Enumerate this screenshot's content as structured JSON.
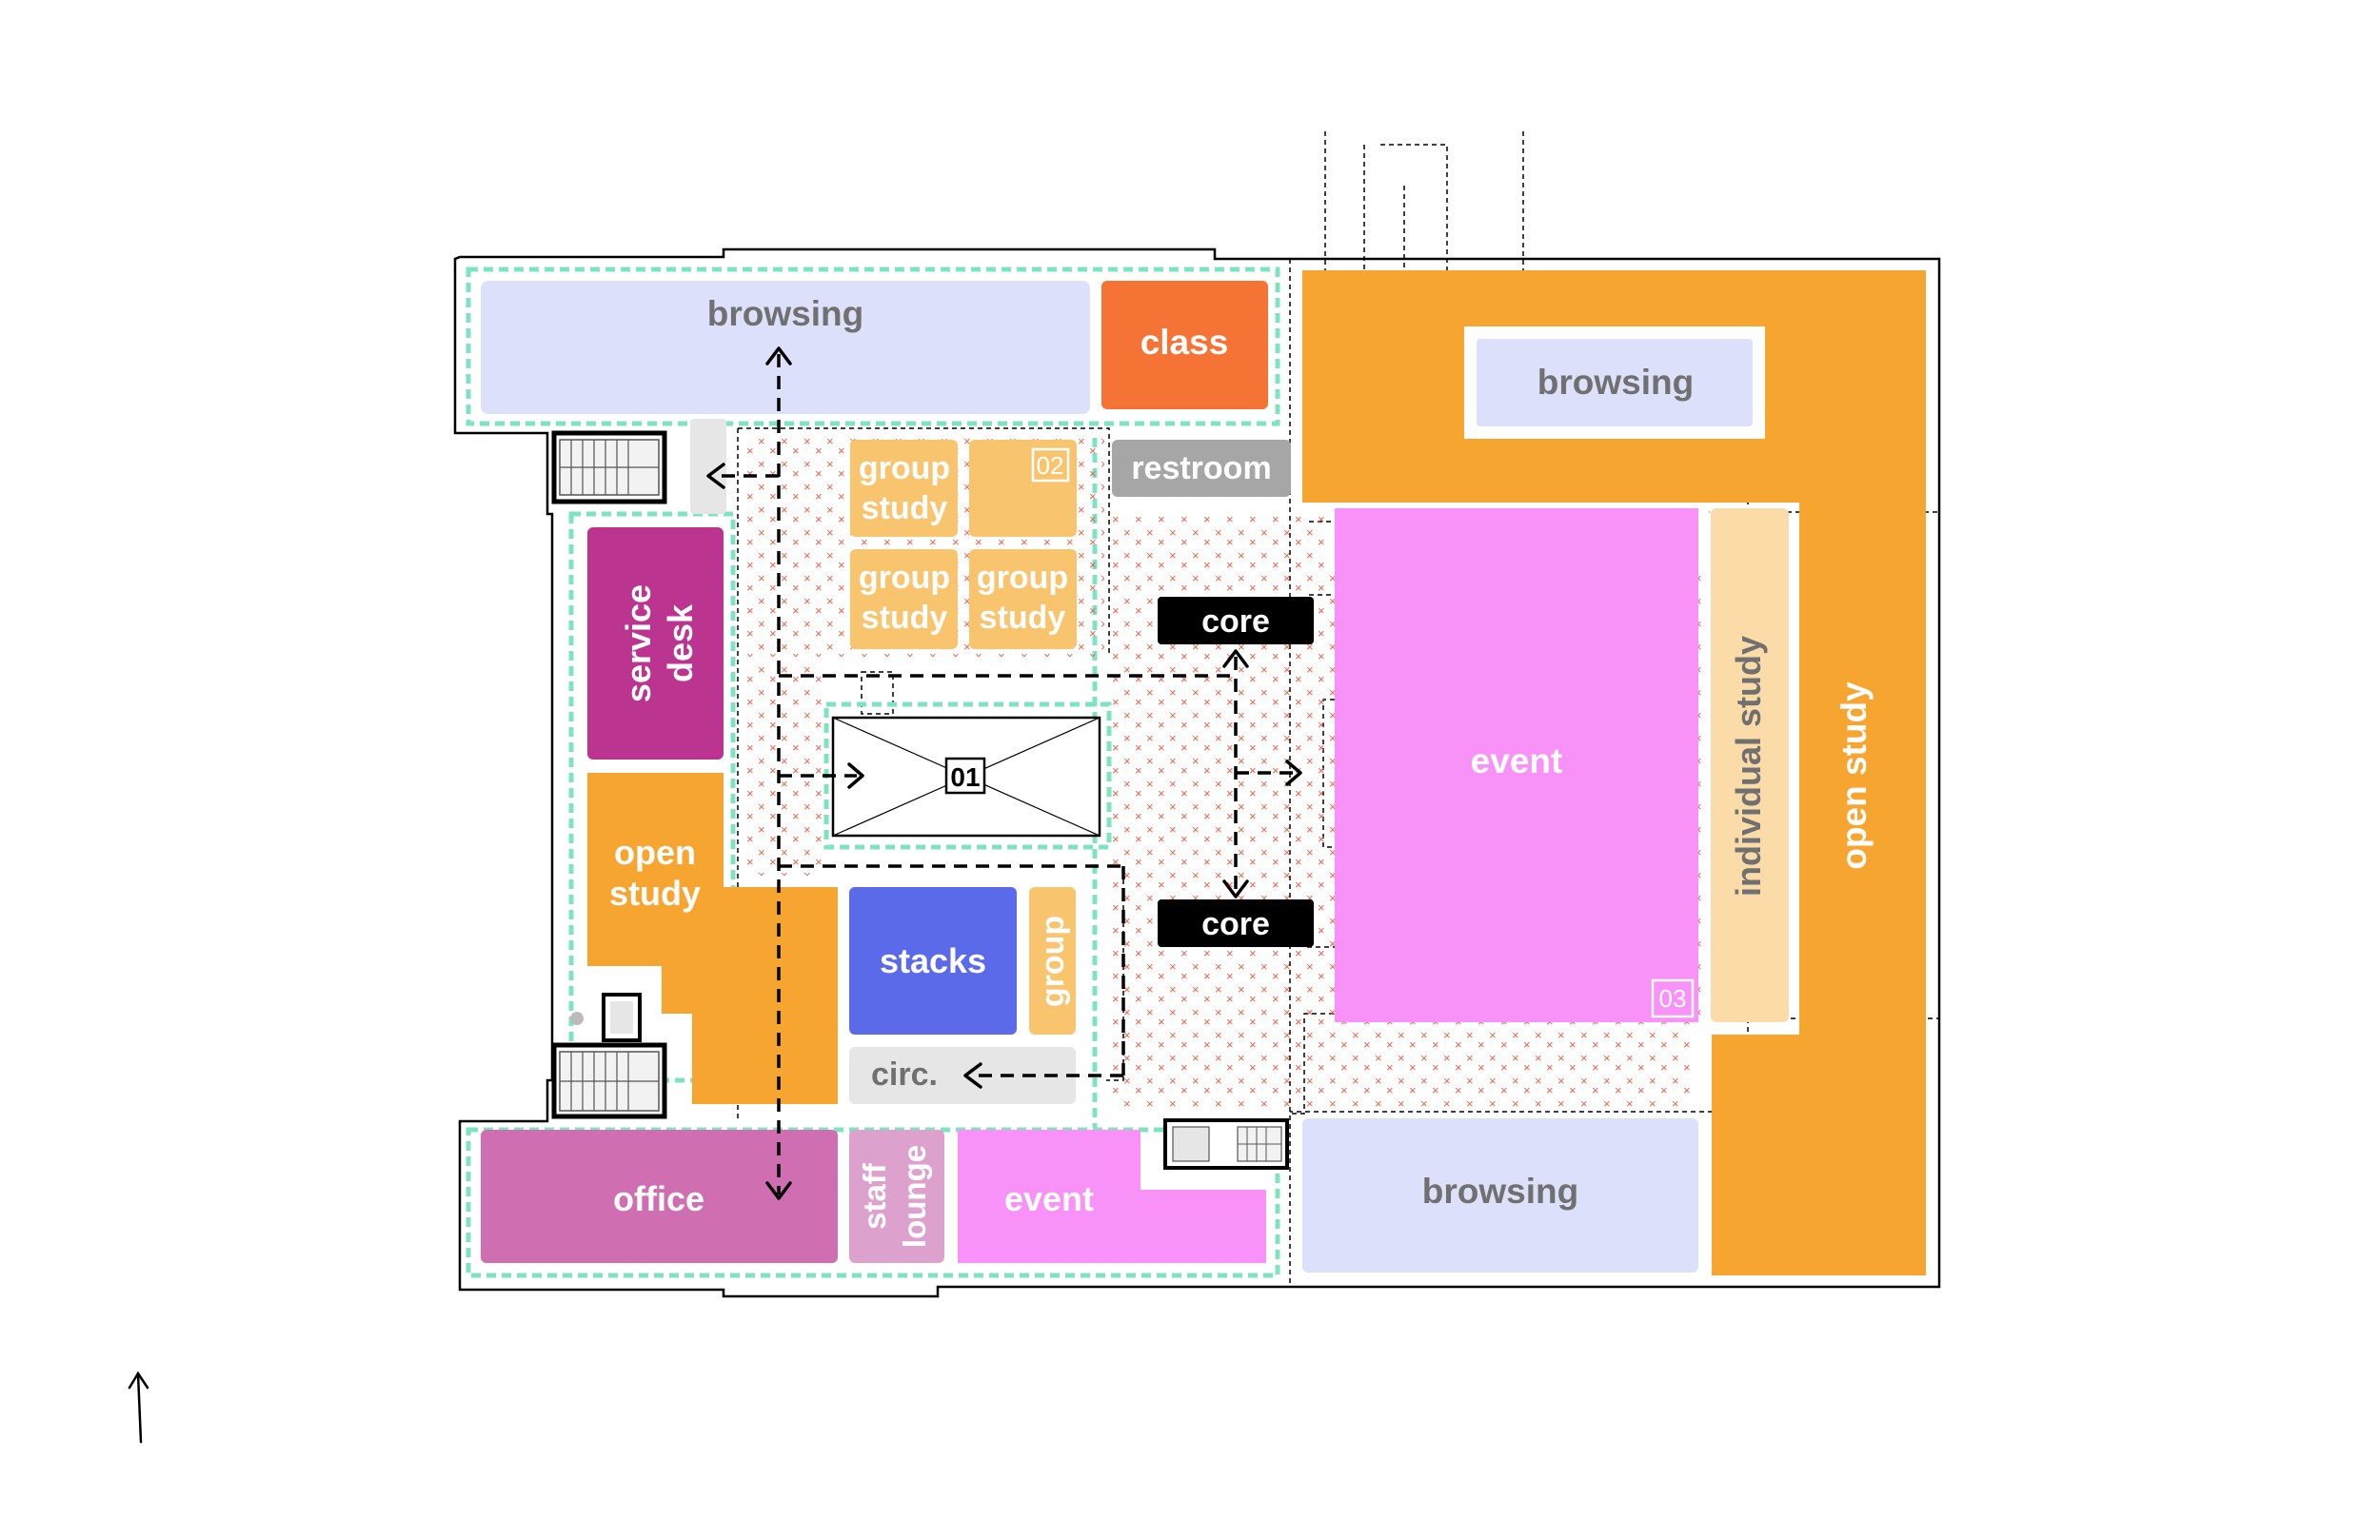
{
  "colors": {
    "browsing": "#dde0fa",
    "class": "#f47335",
    "group_study": "#f9c46e",
    "restroom": "#a6a6a6",
    "service_desk": "#bb3590",
    "open_study": "#f7a531",
    "stacks": "#5a6ae8",
    "circ": "#e6e6e6",
    "office": "#cf6fb1",
    "staff_lounge": "#dca2cd",
    "event": "#f891f8",
    "individual_study": "#fbdba8",
    "core": "#000000",
    "pathway": "#7ee3c0",
    "crosses": "#e8624a",
    "label_light": "#ffffff",
    "label_dark": "#707070"
  },
  "rooms": {
    "browsing_top": "browsing",
    "class": "class",
    "browsing_upper_right": "browsing",
    "restroom": "restroom",
    "group_study_1": [
      "group",
      "study"
    ],
    "group_study_2": [
      "group",
      "study"
    ],
    "group_study_3": [
      "group",
      "study"
    ],
    "service_desk": [
      "service",
      "desk"
    ],
    "open_study_left": [
      "open",
      "study"
    ],
    "stacks": "stacks",
    "group_small": "group",
    "circ": "circ.",
    "office": "office",
    "staff_lounge": [
      "staff",
      "lounge"
    ],
    "event_bottom": "event",
    "browsing_bottom": "browsing",
    "event_main": "event",
    "individual_study": "individual study",
    "open_study_right": "open study",
    "core_top": "core",
    "core_bottom": "core"
  },
  "markers": {
    "m01": "01",
    "m02": "02",
    "m03": "03"
  },
  "icons": {
    "north": "north-arrow-icon"
  }
}
